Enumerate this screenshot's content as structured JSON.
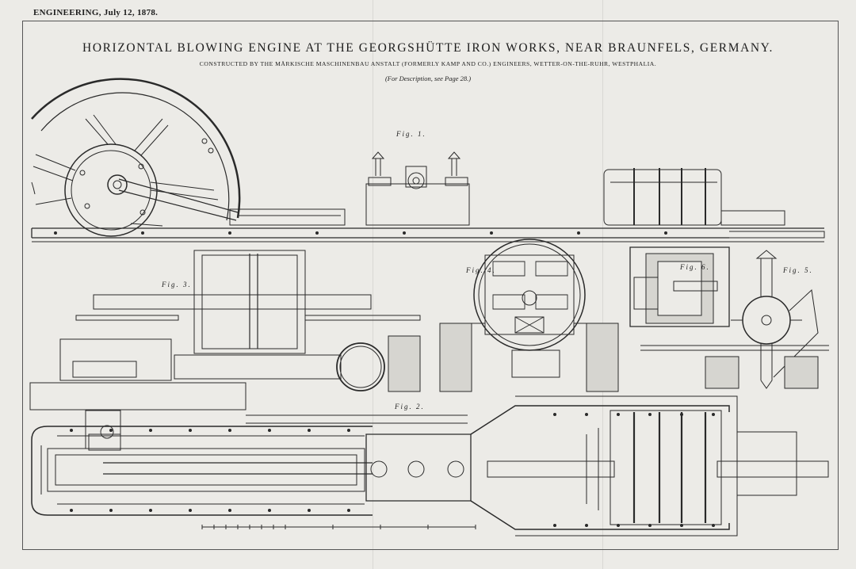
{
  "masthead": "ENGINEERING, July 12, 1878.",
  "title": "HORIZONTAL BLOWING ENGINE AT THE GEORGSHÜTTE IRON WORKS, NEAR BRAUNFELS, GERMANY.",
  "subtitle": "CONSTRUCTED BY THE MÄRKISCHE MASCHINENBAU ANSTALT (FORMERLY KAMP AND CO.) ENGINEERS, WETTER-ON-THE-RUHR, WESTPHALIA.",
  "note": "(For Description, see Page 28.)",
  "figures": {
    "fig1": "Fig. 1.",
    "fig2": "Fig. 2.",
    "fig3": "Fig. 3.",
    "fig4": "Fig. 4.",
    "fig5": "Fig. 5.",
    "fig6": "Fig. 6."
  },
  "colors": {
    "paper": "#ecebe7",
    "ink": "#1d1d1d"
  }
}
